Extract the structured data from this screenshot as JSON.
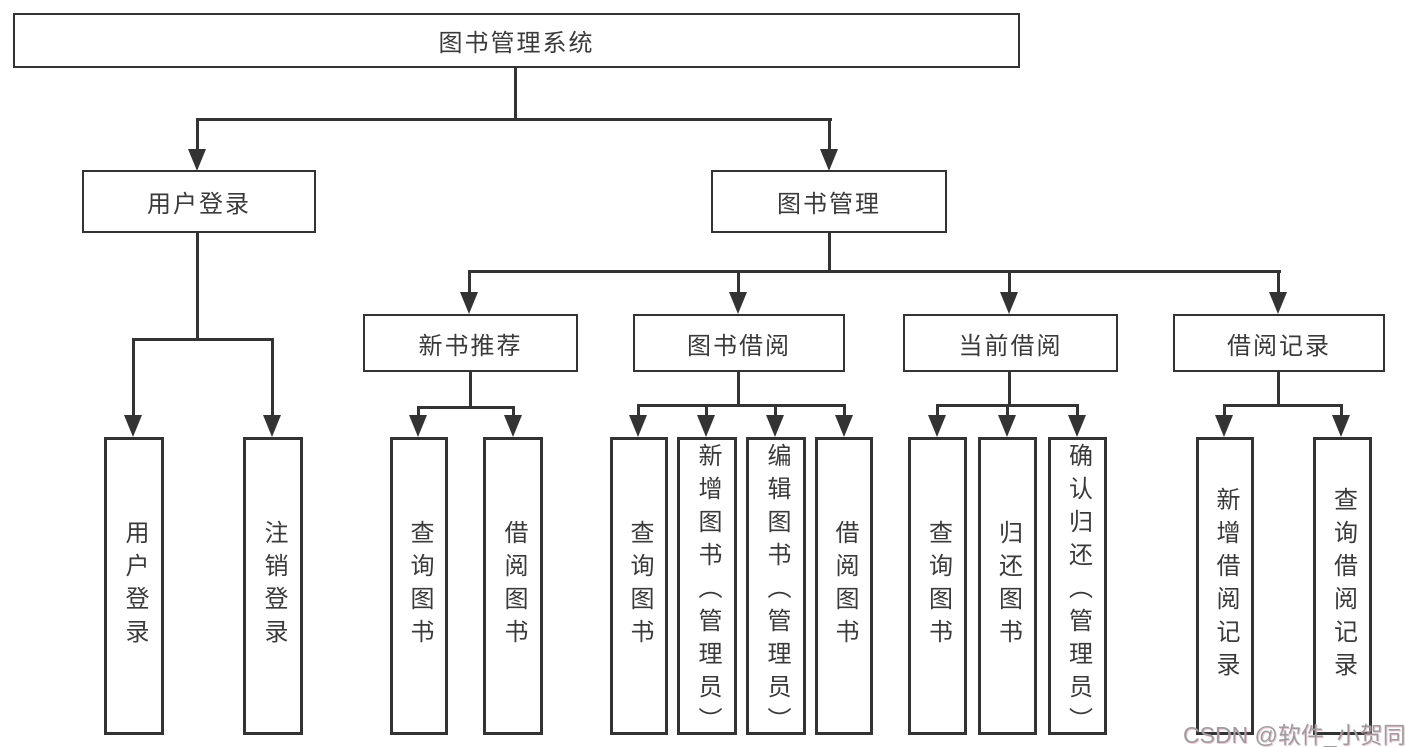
{
  "diagram": {
    "root": {
      "label": "图书管理系统"
    },
    "level2": [
      {
        "label": "用户登录"
      },
      {
        "label": "图书管理"
      }
    ],
    "level3": [
      {
        "label": "新书推荐"
      },
      {
        "label": "图书借阅"
      },
      {
        "label": "当前借阅"
      },
      {
        "label": "借阅记录"
      }
    ],
    "leaves": {
      "user_login": [
        "用户登录",
        "注销登录"
      ],
      "new_books": [
        "查询图书",
        "借阅图书"
      ],
      "book_borrowing": [
        "查询图书",
        "新增图书（管理员）",
        "编辑图书（管理员）",
        "借阅图书"
      ],
      "current_borrowing": [
        "查询图书",
        "归还图书",
        "确认归还（管理员）"
      ],
      "borrowing_records": [
        "新增借阅记录",
        "查询借阅记录"
      ]
    },
    "colors": {
      "line": "#333333",
      "text": "#3a3a3a",
      "background": "#ffffff",
      "watermark": "#9d9da1"
    }
  },
  "watermark": {
    "text": "CSDN @软件_小贺同学"
  }
}
